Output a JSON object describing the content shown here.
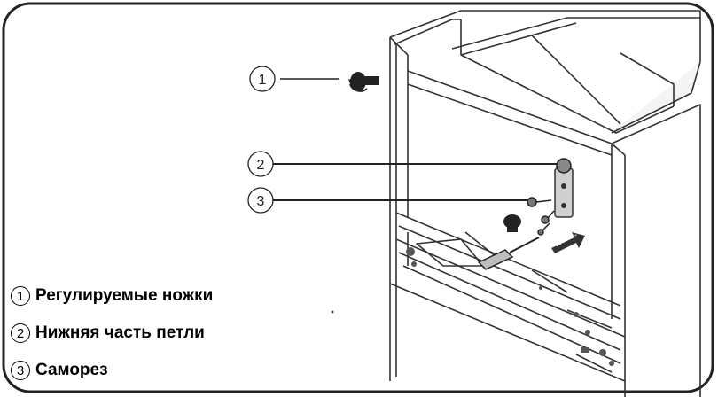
{
  "callouts": [
    {
      "num": "1"
    },
    {
      "num": "2"
    },
    {
      "num": "3"
    }
  ],
  "legend": [
    {
      "num": "1",
      "text": "Регулируемые ножки"
    },
    {
      "num": "2",
      "text": "Нижняя часть петли"
    },
    {
      "num": "3",
      "text": "Саморез"
    }
  ]
}
